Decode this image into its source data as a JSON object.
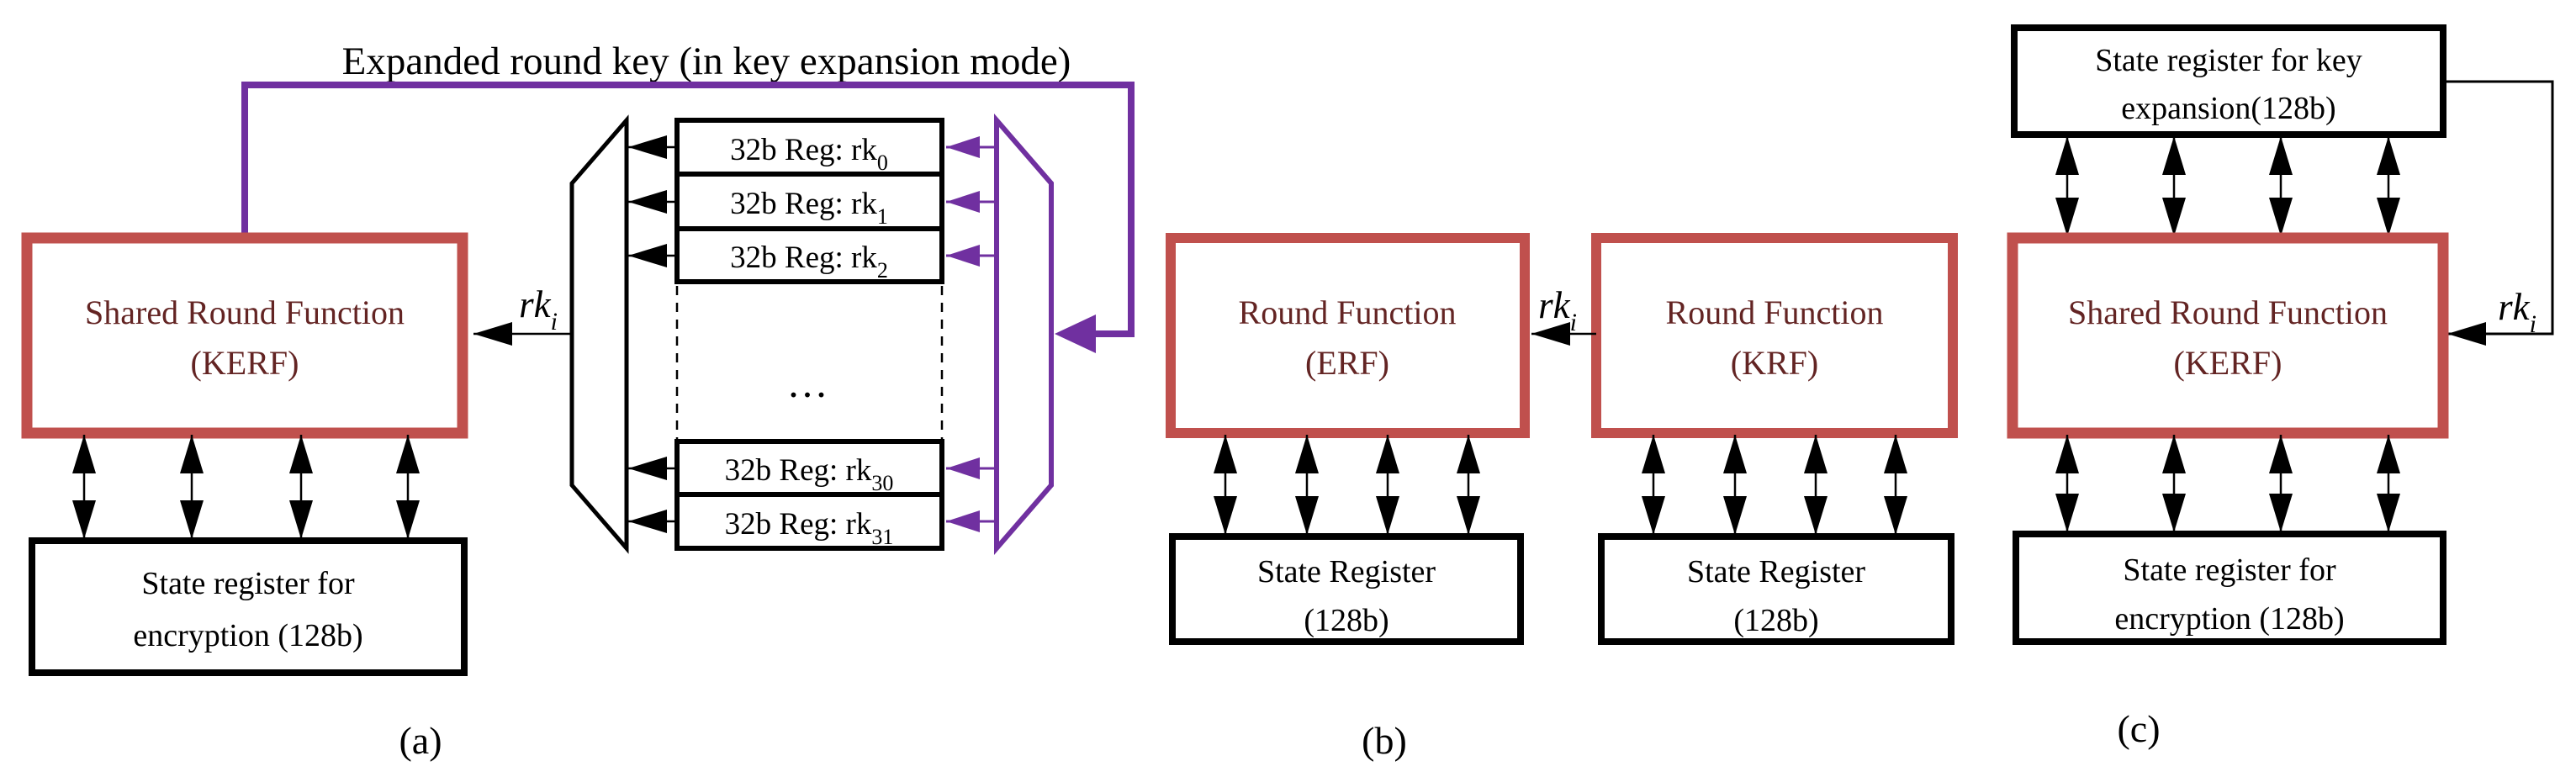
{
  "figure": {
    "title": "Expanded round key (in key expansion mode)",
    "ellipsis": "..."
  },
  "colors": {
    "red_box_border": "#C0504D",
    "dark_red_text": "#632423",
    "purple": "#7030A0",
    "black": "#000000",
    "background": "#ffffff"
  },
  "panel_a": {
    "label": "(a)",
    "kerf_box": {
      "line1": "Shared Round Function",
      "line2": "(KERF)"
    },
    "rk_label": {
      "main": "rk",
      "sub": "i"
    },
    "registers": [
      {
        "main": "32b Reg: rk",
        "sub": "0"
      },
      {
        "main": "32b Reg: rk",
        "sub": "1"
      },
      {
        "main": "32b Reg: rk",
        "sub": "2"
      },
      {
        "main": "32b Reg: rk",
        "sub": "30"
      },
      {
        "main": "32b Reg: rk",
        "sub": "31"
      }
    ],
    "state_register": {
      "line1": "State register for",
      "line2": "encryption (128b)"
    }
  },
  "panel_b": {
    "label": "(b)",
    "erf_box": {
      "line1": "Round Function",
      "line2": "(ERF)"
    },
    "krf_box": {
      "line1": "Round Function",
      "line2": "(KRF)"
    },
    "rk_label": {
      "main": "rk",
      "sub": "i"
    },
    "state_register_left": {
      "line1": "State Register",
      "line2": "(128b)"
    },
    "state_register_right": {
      "line1": "State Register",
      "line2": "(128b)"
    }
  },
  "panel_c": {
    "label": "(c)",
    "key_register": {
      "line1": "State register for key",
      "line2": "expansion(128b)"
    },
    "kerf_box": {
      "line1": "Shared Round Function",
      "line2": "(KERF)"
    },
    "rk_label": {
      "main": "rk",
      "sub": "i"
    },
    "state_register": {
      "line1": "State register for",
      "line2": "encryption (128b)"
    }
  }
}
